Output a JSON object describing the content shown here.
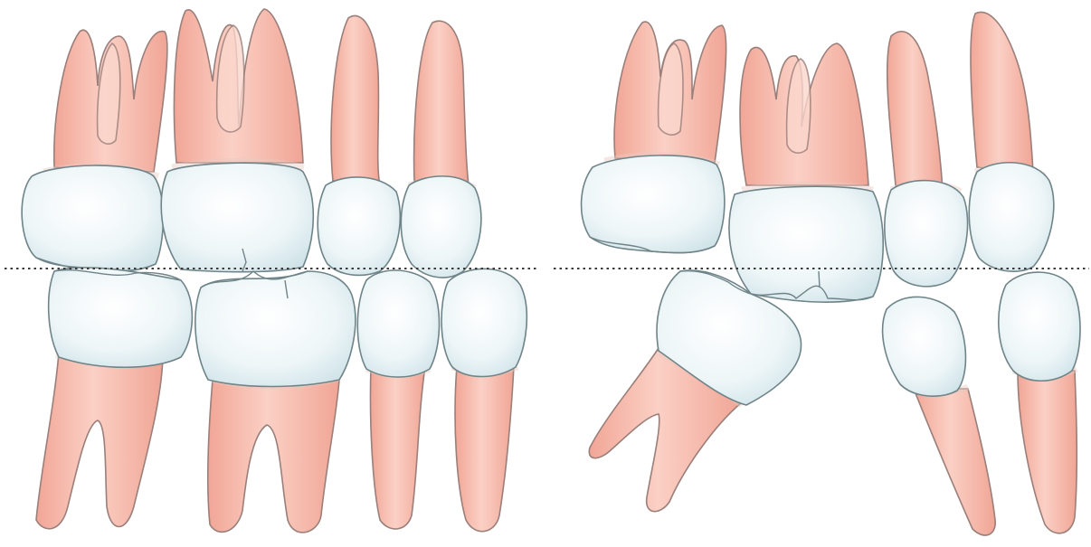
{
  "colors": {
    "root_fill": "#f4b4a6",
    "root_highlight": "#fbd6cc",
    "crown_fill": "#eaf4f6",
    "crown_shadow": "#cfe3e8",
    "cej_band": "#e9c9c2",
    "occlusal_line": "#3a3a3a",
    "background": "#ffffff"
  },
  "panels": [
    {
      "id": "left",
      "occlusal_line": "dotted"
    },
    {
      "id": "right",
      "occlusal_line": "dotted"
    }
  ]
}
